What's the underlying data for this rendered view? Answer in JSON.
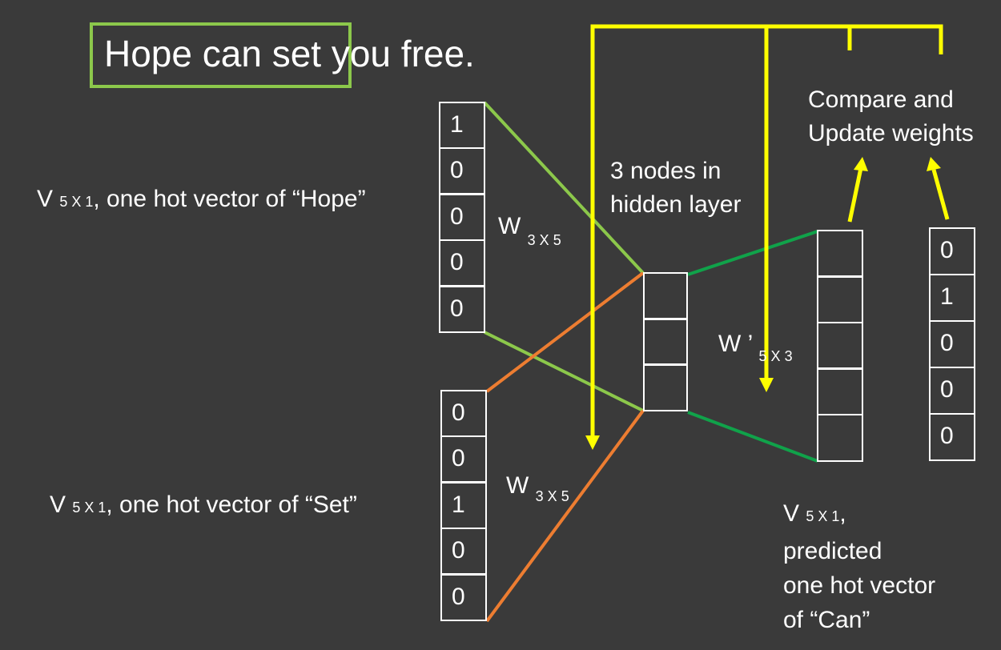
{
  "title": {
    "highlighted": "Hope can set",
    "rest": " you free."
  },
  "input_hope": {
    "label_v": "V",
    "label_sub": "5 X 1",
    "label_rest": ", one hot vector of “Hope”",
    "values": [
      "1",
      "0",
      "0",
      "0",
      "0"
    ]
  },
  "input_set": {
    "label_v": "V",
    "label_sub": "5 X 1",
    "label_rest": ", one hot vector of “Set”",
    "values": [
      "0",
      "0",
      "1",
      "0",
      "0"
    ]
  },
  "weights": {
    "w_top": "W",
    "w_top_sub": "3 X 5",
    "w_bottom": "W",
    "w_bottom_sub": "3 X 5",
    "w_prime": "W ’",
    "w_prime_sub": "5 X 3"
  },
  "hidden": {
    "label_line1": "3 nodes in",
    "label_line2": "hidden layer",
    "cells": [
      "",
      "",
      ""
    ]
  },
  "predicted": {
    "label_v": "V",
    "label_sub": "5 X 1",
    "label_comma": ",",
    "line2": "predicted",
    "line3": "one hot vector",
    "line4": "of “Can”",
    "cells": [
      "",
      "",
      "",
      "",
      ""
    ]
  },
  "target": {
    "values": [
      "0",
      "1",
      "0",
      "0",
      "0"
    ]
  },
  "compare": {
    "line1": "Compare and",
    "line2": "Update weights"
  },
  "colors": {
    "background": "#3a3a3a",
    "green_light": "#8cc84b",
    "green": "#10a24a",
    "orange": "#ed7d31",
    "yellow": "#ffff00"
  }
}
